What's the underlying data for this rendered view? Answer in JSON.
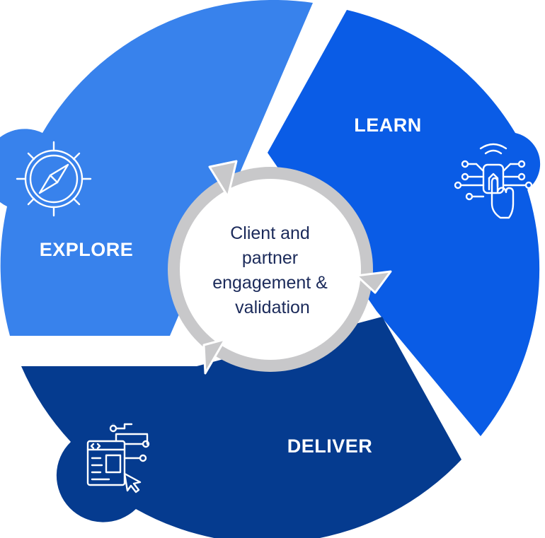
{
  "segments": {
    "explore": {
      "label": "EXPLORE",
      "color": "#3882ec",
      "icon": "compass-icon"
    },
    "learn": {
      "label": "LEARN",
      "color": "#0a5ce6",
      "icon": "fingerprint-touch-icon"
    },
    "deliver": {
      "label": "DELIVER",
      "color": "#053b8f",
      "icon": "code-window-icon"
    }
  },
  "center": {
    "lines": [
      "Client and",
      "partner",
      "engagement &",
      "validation"
    ],
    "ring_color": "#c8c8ca",
    "text_color": "#1b2a5a"
  }
}
